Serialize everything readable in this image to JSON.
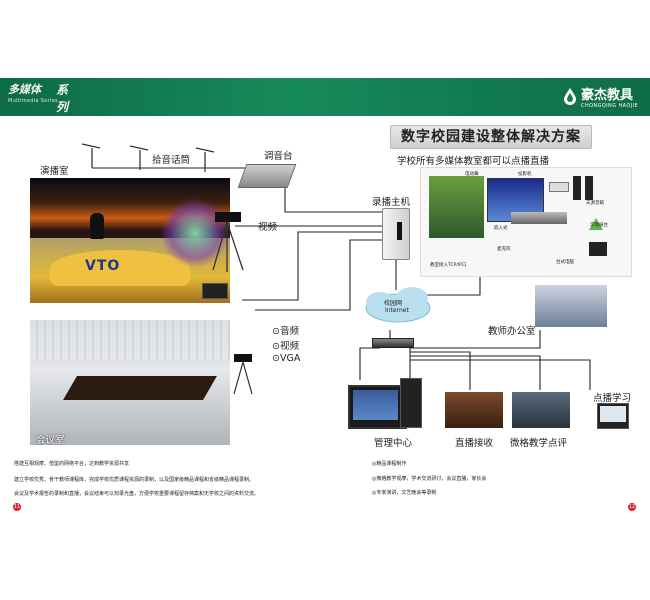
{
  "header": {
    "left_title": "多媒体",
    "left_title_b": "系列",
    "left_sub": "Multimedia Series",
    "brand": "豪杰教具",
    "brand_sub": "CHONGQING HAOJIE"
  },
  "main": {
    "title": "数字校园建设整体解决方案",
    "subtitle": "学校所有多媒体教室都可以点播直播"
  },
  "labels": {
    "studio": "演播室",
    "mixer": "调音台",
    "pickup_mic": "拾音话筒",
    "video": "视频",
    "recorder": "录播主机",
    "campus_net": "校园网",
    "internet": "Internet",
    "teacher_office": "教师办公室",
    "management": "管理中心",
    "live": "直播接收",
    "microteach": "微格教学点评",
    "vod": "点播学习",
    "meeting_room": "会议室",
    "studio_sign": "VTO"
  },
  "signals": [
    "音频",
    "视频",
    "VGA"
  ],
  "classroom": {
    "electronic_board": "电动幕",
    "projector": "投影机",
    "speaker": "天源音箱",
    "booth": "实物展台",
    "embedded": "嵌入式",
    "teacher_mic": "麦克风",
    "desktop": "台式电脑",
    "recorder_ip": "教室接入TCP/IP口"
  },
  "body_left": [
    "搭建互相观摩、借鉴的网络平台，达到教学资源共享",
    "建立学校优秀、骨干教师课程库，完成学校优质课程资源的录制，以及国家级精品课程和省级精品课程录制。",
    "会议及学术报告的录制和直播，会议结束可以刻录光盘，方便学校重要课程留存档案和无学校之间的资料交流。"
  ],
  "body_right": [
    "◎精品课程制作",
    "◎微格教学观摩，学术交流研讨，会议直播，家长会",
    "◎专家演讲，文艺晚会等录制"
  ],
  "page_numbers": {
    "left": "11",
    "right": "12"
  },
  "colors": {
    "header_green": "#127a50",
    "line": "#222222"
  }
}
